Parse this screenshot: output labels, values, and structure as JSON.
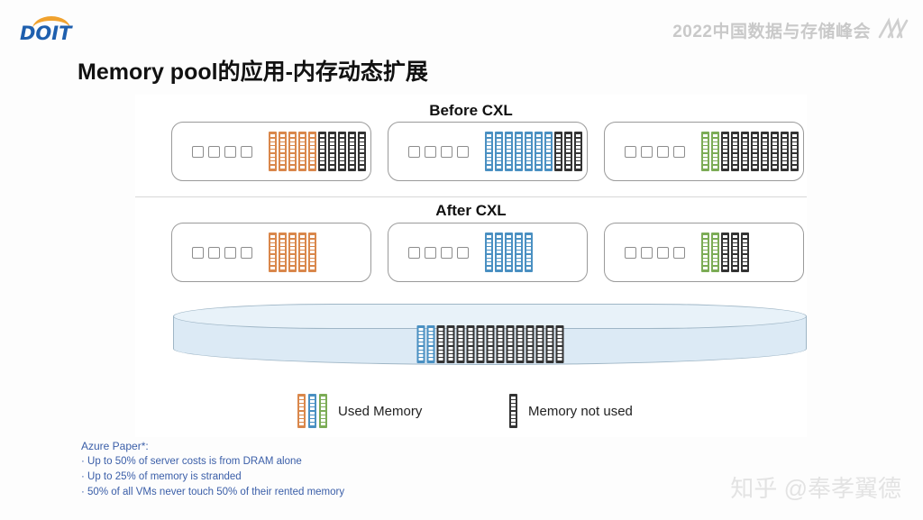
{
  "header": {
    "logo_text": "DOIT",
    "logo_icon": "arc-swoosh-icon",
    "brand_text": "2022中国数据与存储峰会",
    "brand_mark_icon": "summit-swoosh-icon"
  },
  "title": "Memory pool的应用-内存动态扩展",
  "sections": [
    {
      "label": "Before CXL",
      "servers": [
        {
          "sockets": 4,
          "used": 5,
          "used_color": "orange",
          "unused": 5
        },
        {
          "sockets": 4,
          "used": 7,
          "used_color": "blue",
          "unused": 3
        },
        {
          "sockets": 4,
          "used": 2,
          "used_color": "green",
          "unused": 8
        }
      ]
    },
    {
      "label": "After CXL",
      "servers": [
        {
          "sockets": 4,
          "used": 5,
          "used_color": "orange",
          "unused": 0
        },
        {
          "sockets": 4,
          "used": 5,
          "used_color": "blue",
          "unused": 0
        },
        {
          "sockets": 4,
          "used": 2,
          "used_color": "green",
          "unused": 3
        }
      ]
    }
  ],
  "pool": {
    "name": "memory-pool-cylinder",
    "used": 2,
    "used_color": "blue",
    "unused": 13
  },
  "legend": [
    {
      "label": "Used Memory",
      "colors": [
        "orange",
        "blue",
        "green"
      ]
    },
    {
      "label": "Memory not used",
      "colors": [
        "dark"
      ]
    }
  ],
  "footnote": {
    "heading": "Azure Paper*:",
    "bullets": [
      "· Up to 50% of server costs is from DRAM alone",
      "· Up to 25% of memory is stranded",
      "· 50% of all VMs never touch 50% of their rented memory"
    ]
  },
  "watermark": "知乎 @奉孝翼德",
  "colors": {
    "orange": "#D9874B",
    "blue": "#4A90C2",
    "green": "#7CAC56",
    "dark": "#333333",
    "pool_fill": "#DCEAF5",
    "footnote_text": "#3a5ea8",
    "logo_blue": "#1E5FAE",
    "logo_gold": "#F0A22E"
  }
}
